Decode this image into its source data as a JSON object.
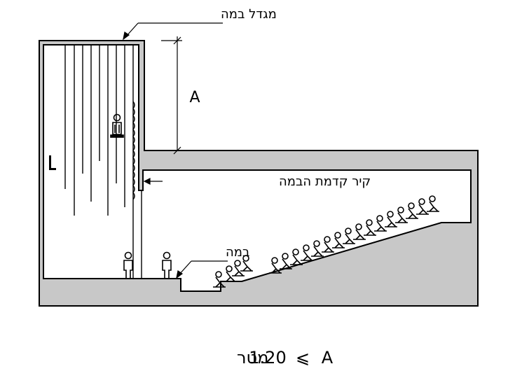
{
  "labels": {
    "stage_tower": "מגדל במה",
    "proscenium_wall": "קיר קדמת הבמה",
    "stage": "במה",
    "dimension": "A"
  },
  "caption": {
    "value": "1.20",
    "unit": "מטר",
    "relation": "⩽",
    "variable": "A"
  },
  "colors": {
    "section_fill": "#c8c8c8",
    "line": "#000000",
    "background": "#ffffff"
  }
}
